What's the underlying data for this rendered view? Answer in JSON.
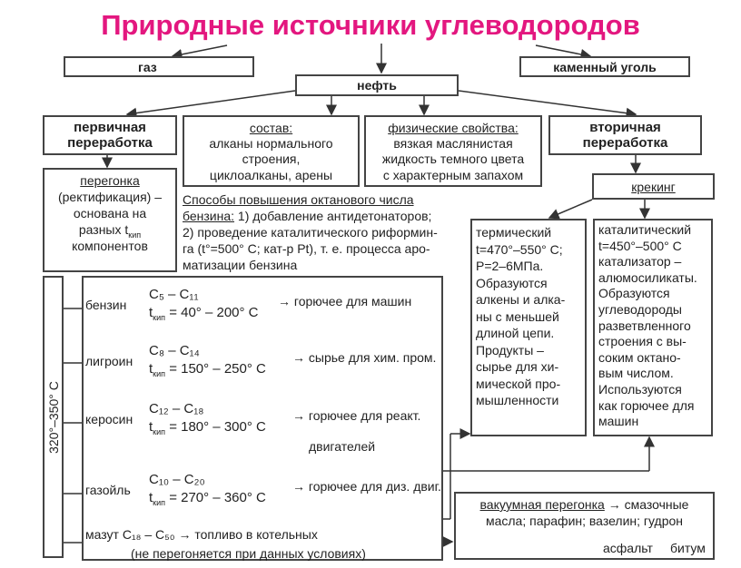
{
  "title": "Природные источники углеводородов",
  "sources": {
    "gas": "газ",
    "oil": "нефть",
    "coal": "каменный уголь"
  },
  "primary": {
    "label": "первичная переработка",
    "distillation_title": "перегонка",
    "distillation_text": [
      "(ректификация) –",
      "основана на",
      "разных t",
      "компонентов"
    ],
    "distillation_sub": "кип"
  },
  "composition": {
    "title": "состав:",
    "lines": [
      "алканы нормального",
      "строения,",
      "циклоалканы, арены"
    ]
  },
  "physical": {
    "title": "физические свойства:",
    "lines": [
      "вязкая маслянистая",
      "жидкость темного цвета",
      "с характерным запахом"
    ]
  },
  "secondary": {
    "label": "вторичная переработка",
    "cracking": "крекинг"
  },
  "octane": {
    "title1": "Способы повышения октанового числа",
    "title2": "бензина:",
    "lines": [
      " 1) добавление антидетонаторов;",
      "2) проведение каталитического риформин-",
      "га (t°=500° С; кат-р Pt), т. е. процесса аро-",
      "матизации бензина"
    ]
  },
  "thermal": {
    "lines": [
      "термический",
      "t=470°–550° С;",
      "Р=2–6МПа.",
      "Образуются",
      "алкены и алка-",
      "ны с меньшей",
      "длиной цепи.",
      "Продукты –",
      "сырье для хи-",
      "мической про-",
      "мышленности"
    ]
  },
  "catalytic": {
    "lines": [
      "каталитический",
      "t=450°–500° С",
      "катализатор –",
      "алюмосиликаты.",
      "Образуются",
      "углеводороды",
      "разветвленного",
      "строения с вы-",
      "соким октано-",
      "вым числом.",
      "Используются",
      "как горючее для",
      "машин"
    ]
  },
  "temperature_range": "320°–350° С",
  "fractions": [
    {
      "name": "бензин",
      "formula": "C₅ – C₁₁",
      "tb": "= 40° – 200° C",
      "use": "→ горючее для машин"
    },
    {
      "name": "лигроин",
      "formula": "C₈ – C₁₄",
      "tb": "= 150° – 250° C",
      "use": "→ сырье для хим. пром."
    },
    {
      "name": "керосин",
      "formula": "C₁₂ – C₁₈",
      "tb": "= 180° – 300° C",
      "use": "→ горючее для реакт.",
      "use2": "двигателей"
    },
    {
      "name": "газойль",
      "formula": "C₁₀ – C₂₀",
      "tb": "= 270° – 360° C",
      "use": "→ горючее для диз. двиг."
    }
  ],
  "tb_label": "t",
  "tb_sub": "кип",
  "mazut": {
    "text": "мазут C₁₈ – C₅₀ → топливо в котельных",
    "note": "(не перегоняется при данных условиях)"
  },
  "vacuum": {
    "title": "вакуумная перегонка",
    "text1": " → смазочные",
    "text2": "масла; парафин; вазелин; гудрон",
    "asphalt": "асфальт",
    "bitumen": "битум"
  }
}
